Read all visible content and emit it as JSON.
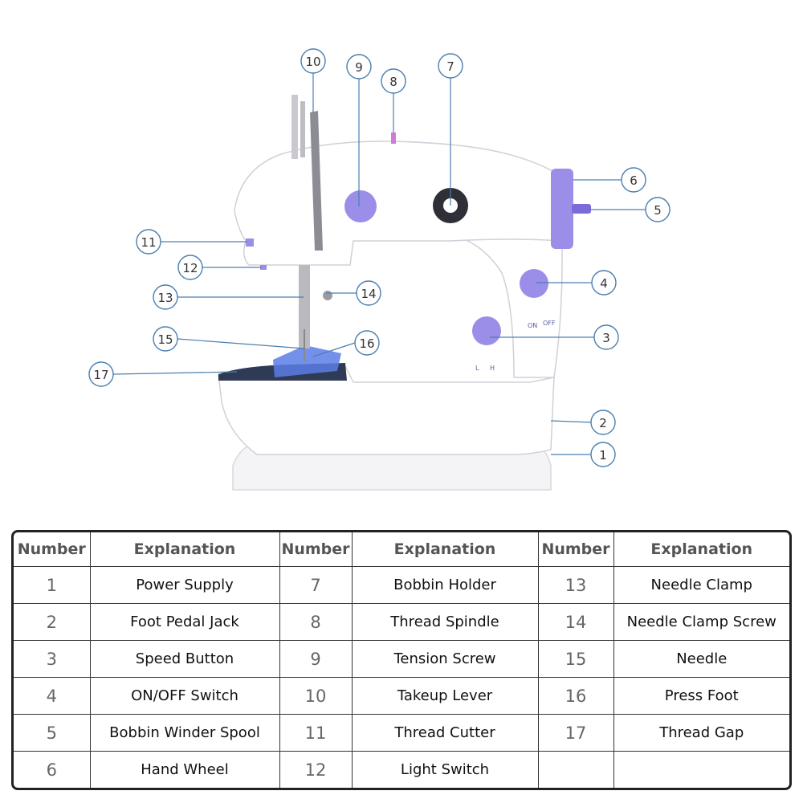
{
  "callouts": [
    "1",
    "2",
    "3",
    "4",
    "5",
    "6",
    "7",
    "8",
    "9",
    "10",
    "11",
    "12",
    "13",
    "14",
    "15",
    "16",
    "17"
  ],
  "colors": {
    "accent": "#9b8ee8",
    "accent_dark": "#7a6bd8",
    "leader": "#4a7fb0",
    "body": "#ffffff"
  },
  "machine_labels": {
    "on": "ON",
    "off": "OFF",
    "low": "L",
    "high": "H"
  },
  "table": {
    "headers": [
      "Number",
      "Explanation",
      "Number",
      "Explanation",
      "Number",
      "Explanation"
    ],
    "rows": [
      [
        {
          "n": "1",
          "e": "Power Supply"
        },
        {
          "n": "7",
          "e": "Bobbin Holder"
        },
        {
          "n": "13",
          "e": "Needle Clamp"
        }
      ],
      [
        {
          "n": "2",
          "e": "Foot Pedal Jack"
        },
        {
          "n": "8",
          "e": "Thread Spindle"
        },
        {
          "n": "14",
          "e": "Needle Clamp Screw"
        }
      ],
      [
        {
          "n": "3",
          "e": "Speed Button"
        },
        {
          "n": "9",
          "e": "Tension Screw"
        },
        {
          "n": "15",
          "e": "Needle"
        }
      ],
      [
        {
          "n": "4",
          "e": "ON/OFF Switch"
        },
        {
          "n": "10",
          "e": "Takeup Lever"
        },
        {
          "n": "16",
          "e": "Press Foot"
        }
      ],
      [
        {
          "n": "5",
          "e": "Bobbin Winder Spool"
        },
        {
          "n": "11",
          "e": "Thread Cutter"
        },
        {
          "n": "17",
          "e": "Thread Gap"
        }
      ],
      [
        {
          "n": "6",
          "e": "Hand Wheel"
        },
        {
          "n": "12",
          "e": "Light Switch"
        },
        {
          "n": "",
          "e": ""
        }
      ]
    ]
  }
}
